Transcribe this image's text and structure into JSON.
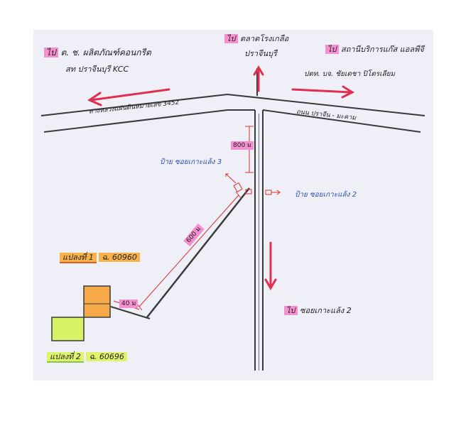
{
  "destinations": {
    "top_left": {
      "prefix": "ไป",
      "line1": "ต. ช. ผลิตภัณฑ์คอนกรีต",
      "line2": "สท ปราจีนบุรี KCC"
    },
    "top_center": {
      "prefix": "ไป",
      "line1": "ตลาดโรงเกลือ",
      "line2": "ปราจีนบุรี"
    },
    "top_right": {
      "prefix": "ไป",
      "line1": "สถานีบริการแก๊ส แอลพีจี",
      "line2": "ปตท. บจ. ชัยเดชา ปิโตรเลียม"
    },
    "bottom_right": {
      "prefix": "ไป",
      "text": "ซอยเกาะแล้ง 2"
    }
  },
  "roads": {
    "left_road": "ทางหลวงแผ่นดินหมายเลข 3452",
    "right_road": "ถนน ปราจีน - มะคาม"
  },
  "distances": {
    "d1": "800 ม",
    "d2": "600 ม",
    "d3": "40 ม"
  },
  "signs": {
    "sign3": "ป้าย ซอยเกาะแล้ง 3",
    "sign2": "ป้าย ซอยเกาะแล้ง 2"
  },
  "plots": {
    "plot1": {
      "label": "แปลงที่ 1",
      "deed": "ฉ. 60960"
    },
    "plot2": {
      "label": "แปลงที่ 2",
      "deed": "ฉ. 60696"
    }
  },
  "colors": {
    "road": "#3a3a3a",
    "arrow": "#e0304f",
    "highlight_pink": "#f58fd0",
    "plot1_fill": "#f7a949",
    "plot2_fill": "#d8f265",
    "blue_text": "#2a4fb8"
  }
}
